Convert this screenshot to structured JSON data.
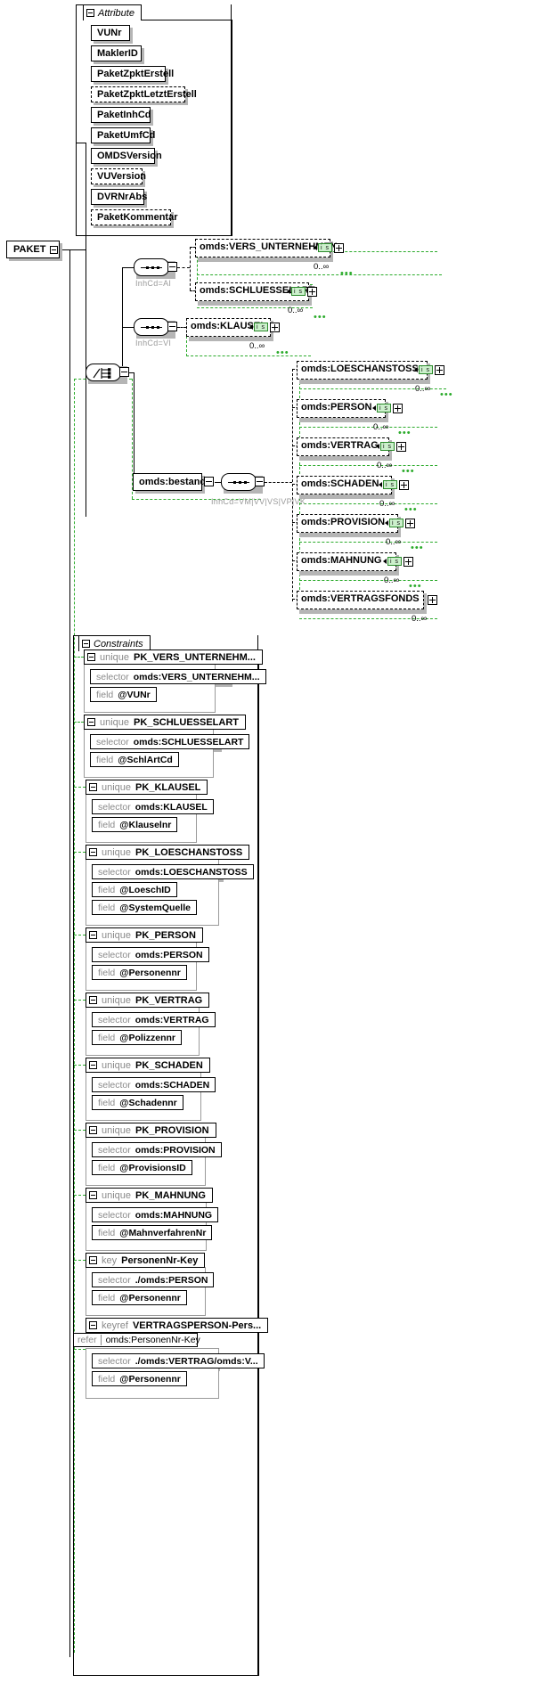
{
  "root": {
    "label": "PAKET"
  },
  "attribute_group": {
    "title": "Attribute",
    "items": [
      {
        "label": "VUNr",
        "optional": false
      },
      {
        "label": "MaklerID",
        "optional": false
      },
      {
        "label": "PaketZpktErstell",
        "optional": false
      },
      {
        "label": "PaketZpktLetztErstell",
        "optional": true
      },
      {
        "label": "PaketInhCd",
        "optional": false
      },
      {
        "label": "PaketUmfCd",
        "optional": false
      },
      {
        "label": "OMDSVersion",
        "optional": false
      },
      {
        "label": "VUVersion",
        "optional": true
      },
      {
        "label": "DVRNrAbs",
        "optional": false
      },
      {
        "label": "PaketKommentar",
        "optional": true
      }
    ]
  },
  "tree": {
    "sequence_ai": {
      "inhcd": "InhCd=AI"
    },
    "sequence_vi": {
      "inhcd": "InhCd=VI"
    },
    "bestand": {
      "label": "omds:bestand",
      "inhcd": "InhCd=VM|VV|VS|VP|VK"
    },
    "elements_ai": [
      {
        "label": "omds:VERS_UNTERNEHMEN",
        "occurrence": "0..∞",
        "badge": "i s"
      },
      {
        "label": "omds:SCHLUESSELART",
        "occurrence": "0..∞",
        "badge": "i s"
      }
    ],
    "elements_vi": [
      {
        "label": "omds:KLAUSEL",
        "occurrence": "0..∞",
        "badge": "i s"
      }
    ],
    "elements_bestand": [
      {
        "label": "omds:LOESCHANSTOSS",
        "occurrence": "0..∞",
        "badge": "i s"
      },
      {
        "label": "omds:PERSON",
        "occurrence": "0..∞",
        "badge": "i s"
      },
      {
        "label": "omds:VERTRAG",
        "occurrence": "0..∞",
        "badge": "i s"
      },
      {
        "label": "omds:SCHADEN",
        "occurrence": "0..∞",
        "badge": "i s"
      },
      {
        "label": "omds:PROVISION",
        "occurrence": "0..∞",
        "badge": "i s"
      },
      {
        "label": "omds:MAHNUNG",
        "occurrence": "0..∞",
        "badge": "i s"
      },
      {
        "label": "omds:VERTRAGSFONDS",
        "occurrence": "0..∞",
        "badge": ""
      }
    ]
  },
  "constraints": {
    "title": "Constraints",
    "labels": {
      "selector": "selector",
      "field": "field",
      "refer": "refer"
    },
    "items": [
      {
        "kind": "unique",
        "name": "PK_VERS_UNTERNEHM...",
        "selector": "omds:VERS_UNTERNEHM...",
        "fields": [
          "@VUNr"
        ]
      },
      {
        "kind": "unique",
        "name": "PK_SCHLUESSELART",
        "selector": "omds:SCHLUESSELART",
        "fields": [
          "@SchlArtCd"
        ]
      },
      {
        "kind": "unique",
        "name": "PK_KLAUSEL",
        "selector": "omds:KLAUSEL",
        "fields": [
          "@Klauselnr"
        ]
      },
      {
        "kind": "unique",
        "name": "PK_LOESCHANSTOSS",
        "selector": "omds:LOESCHANSTOSS",
        "fields": [
          "@LoeschID",
          "@SystemQuelle"
        ]
      },
      {
        "kind": "unique",
        "name": "PK_PERSON",
        "selector": "omds:PERSON",
        "fields": [
          "@Personennr"
        ]
      },
      {
        "kind": "unique",
        "name": "PK_VERTRAG",
        "selector": "omds:VERTRAG",
        "fields": [
          "@Polizzennr"
        ]
      },
      {
        "kind": "unique",
        "name": "PK_SCHADEN",
        "selector": "omds:SCHADEN",
        "fields": [
          "@Schadennr"
        ]
      },
      {
        "kind": "unique",
        "name": "PK_PROVISION",
        "selector": "omds:PROVISION",
        "fields": [
          "@ProvisionsID"
        ]
      },
      {
        "kind": "unique",
        "name": "PK_MAHNUNG",
        "selector": "omds:MAHNUNG",
        "fields": [
          "@MahnverfahrenNr"
        ]
      },
      {
        "kind": "key",
        "name": "PersonenNr-Key",
        "selector": "./omds:PERSON",
        "fields": [
          "@Personennr"
        ]
      },
      {
        "kind": "keyref",
        "name": "VERTRAGSPERSON-Pers...",
        "refer": "omds:PersonenNr-Key",
        "selector": "./omds:VERTRAG/omds:V...",
        "fields": [
          "@Personennr"
        ]
      }
    ]
  },
  "colors": {
    "accent_green": "#2bab2b",
    "badge_bg": "#ccf0cc",
    "shadow": "#b5b5b5",
    "muted": "#9a9a9a"
  }
}
